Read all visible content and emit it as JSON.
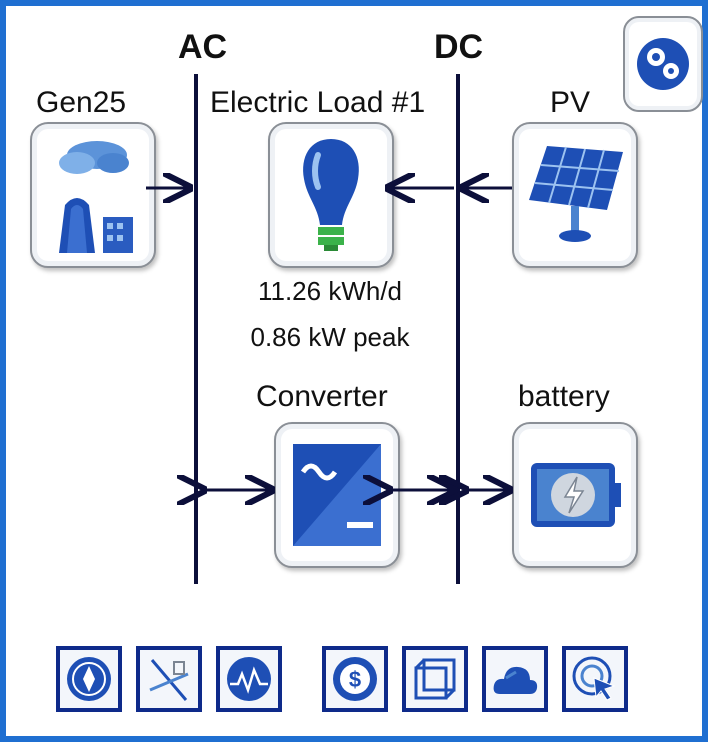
{
  "buses": {
    "ac": "AC",
    "dc": "DC"
  },
  "components": {
    "gen": {
      "label": "Gen25",
      "icon": "power-plant-icon"
    },
    "load": {
      "label": "Electric Load #1",
      "icon": "lightbulb-icon",
      "energy": "11.26 kWh/d",
      "peak": "0.86 kW peak"
    },
    "pv": {
      "label": "PV",
      "icon": "solar-panel-icon"
    },
    "converter": {
      "label": "Converter",
      "icon": "converter-icon"
    },
    "battery": {
      "label": "battery",
      "icon": "battery-icon"
    }
  },
  "toolbar": [
    {
      "icon": "compass-icon"
    },
    {
      "icon": "wind-turbine-icon"
    },
    {
      "icon": "waveform-icon"
    },
    {
      "icon": "dollar-icon"
    },
    {
      "icon": "box-icon"
    },
    {
      "icon": "cloud-icon"
    },
    {
      "icon": "cursor-select-icon"
    }
  ],
  "colors": {
    "accent": "#1f6fd1",
    "bus": "#0c0f3a",
    "icon_blue": "#1e4fb5"
  }
}
